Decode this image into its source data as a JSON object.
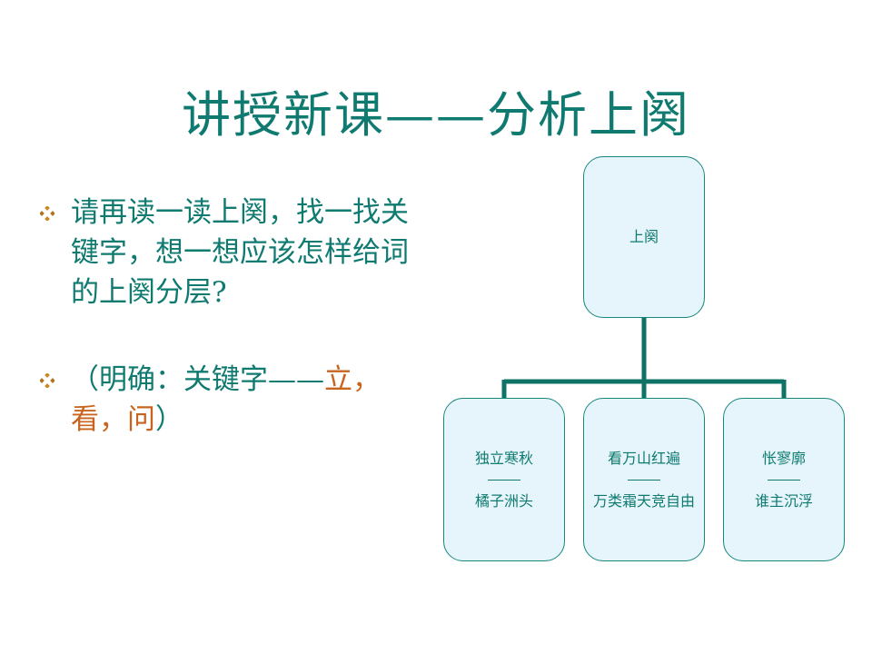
{
  "slide": {
    "title": "讲授新课——分析上阕"
  },
  "bullets": [
    {
      "text": "请再读一读上阕，找一找关键字，想一想应该怎样给词的上阕分层?"
    },
    {
      "prefix": "（明确：关键字——",
      "highlight": "立，看，问",
      "suffix": "）"
    }
  ],
  "diagram": {
    "root": "上阕",
    "children": [
      {
        "line1": "独立寒秋",
        "line2": "橘子洲头"
      },
      {
        "line1": "看万山红遍",
        "line2": "万类霜天竞自由"
      },
      {
        "line1": "怅寥廓",
        "line2": "谁主沉浮"
      }
    ]
  },
  "colors": {
    "theme": "#0f7a70",
    "accent": "#c8641e",
    "node_fill": "#e6f5fb",
    "marker": "#b87a1a"
  },
  "icons": {
    "bullet_marker": "diamond-bullet-icon"
  }
}
